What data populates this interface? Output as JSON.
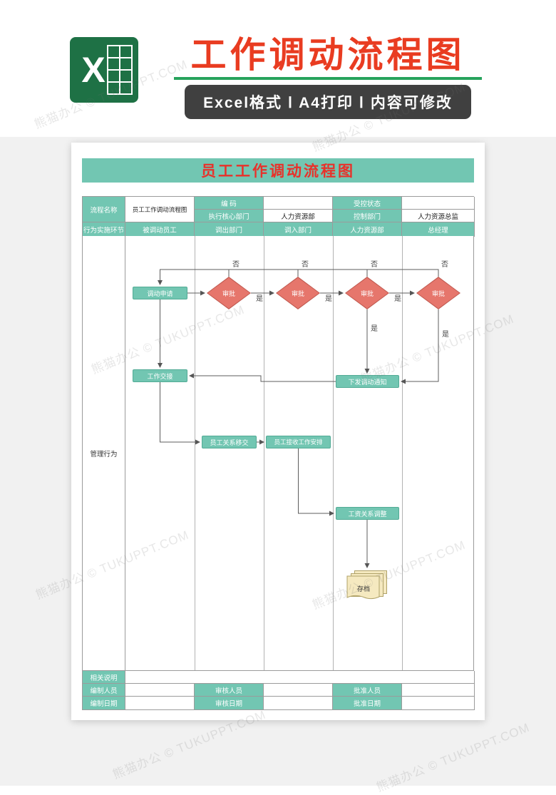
{
  "header": {
    "logo_letter": "X",
    "title": "工作调动流程图",
    "badge": "Excel格式 Ⅰ A4打印 Ⅰ 内容可修改"
  },
  "doc": {
    "title": "员工工作调动流程图",
    "info": {
      "process_name_label": "流程名称",
      "process_name_value": "员工工作调动流程图",
      "code_label": "编  码",
      "code_value": "",
      "controlled_label": "受控状态",
      "controlled_value": "",
      "exec_dept_label": "执行核心部门",
      "exec_dept_value": "人力资源部",
      "control_dept_label": "控制部门",
      "control_dept_value": "人力资源总监"
    },
    "lane_header_label": "行为实施环节",
    "lanes": [
      "被调动员工",
      "调出部门",
      "调入部门",
      "人力资源部",
      "总经理"
    ],
    "side_label": "管理行为",
    "flow": {
      "apply": "调动申请",
      "approve": "审批",
      "notice": "下发调动通知",
      "handover": "工作交接",
      "relation_transfer": "员工关系移交",
      "receive_arrangement": "员工接收工作安排",
      "salary_adjust": "工资关系调整",
      "archive": "存档",
      "yes": "是",
      "no": "否"
    },
    "footer": {
      "remark_label": "相关说明",
      "maker_label": "编制人员",
      "reviewer_label": "审核人员",
      "approver_label": "批准人员",
      "make_date_label": "编制日期",
      "review_date_label": "审核日期",
      "approve_date_label": "批准日期"
    }
  },
  "watermark": {
    "text": "熊猫办公 © TUKUPPT.COM"
  },
  "colors": {
    "teal": "#72c6b2",
    "diamond_fill": "#e6766c",
    "diamond_border": "#c05a50",
    "banner_title_red": "#e93c21",
    "doc_title_red": "#e8312a",
    "underline_green": "#27a35c",
    "badge_bg": "#404040",
    "excel_green": "#1e7145"
  }
}
